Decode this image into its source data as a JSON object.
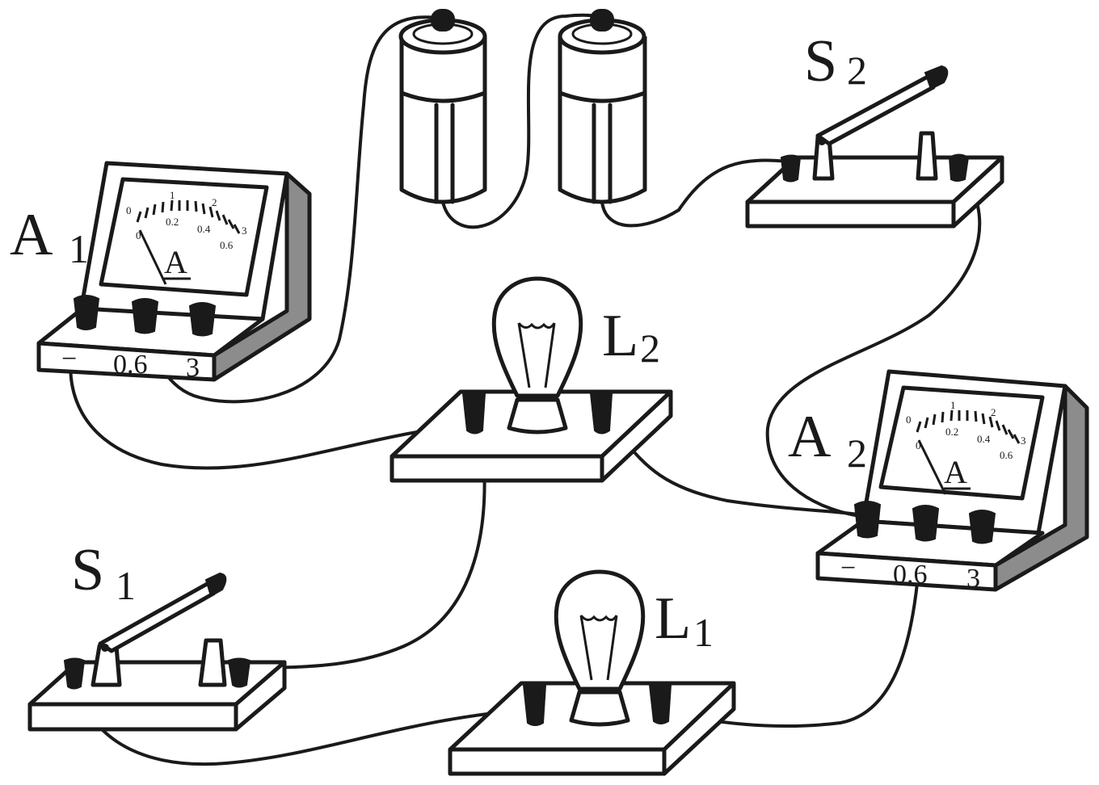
{
  "diagram": {
    "type": "circuit-apparatus",
    "colors": {
      "ink": "#1a1a1a",
      "background": "#ffffff",
      "meter_side": "#8c8c8c"
    },
    "components": {
      "battery_left": {
        "kind": "cell"
      },
      "battery_right": {
        "kind": "cell"
      },
      "ammeter_1": {
        "label": "A",
        "subscript": "1",
        "unit": "A",
        "terminals": [
          "−",
          "0.6",
          "3"
        ],
        "scale_upper": [
          "0",
          "1",
          "2",
          "3"
        ],
        "scale_lower": [
          "0",
          "0.2",
          "0.4",
          "0.6"
        ],
        "needle_reading": "0"
      },
      "ammeter_2": {
        "label": "A",
        "subscript": "2",
        "unit": "A",
        "terminals": [
          "−",
          "0.6",
          "3"
        ],
        "scale_upper": [
          "0",
          "1",
          "2",
          "3"
        ],
        "scale_lower": [
          "0",
          "0.2",
          "0.4",
          "0.6"
        ],
        "needle_reading": "0"
      },
      "switch_1": {
        "label": "S",
        "subscript": "1",
        "state": "open"
      },
      "switch_2": {
        "label": "S",
        "subscript": "2",
        "state": "open"
      },
      "lamp_1": {
        "label": "L",
        "subscript": "1"
      },
      "lamp_2": {
        "label": "L",
        "subscript": "2"
      }
    }
  }
}
